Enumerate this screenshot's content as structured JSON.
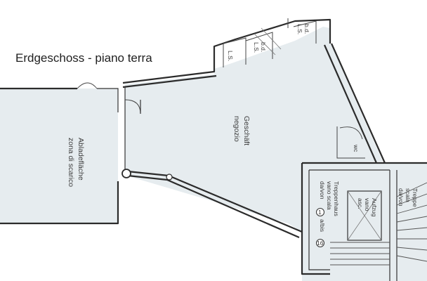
{
  "caption": "Erdgeschoss - piano terra",
  "rooms": {
    "shop": {
      "line1": "Geschäft",
      "line2": "negozio"
    },
    "loading": {
      "line1": "Abladefläche",
      "line2": "zona di scarico"
    },
    "stairwell": {
      "line1": "Treppenhaus",
      "line2": "vano scala",
      "line3": "da/von",
      "line4": "a/bis"
    },
    "lift": {
      "line1": "Aufzug",
      "line2": "vano",
      "line3": "asc."
    },
    "stairs_right": {
      "line1": "Treppe",
      "line2": "scala",
      "line3": "da/von"
    },
    "closets": [
      "L.S.",
      "L.S.",
      "L.S."
    ],
    "closet_sub": "b.d.",
    "wc": "wc"
  },
  "levels": {
    "from": "1",
    "to": "16"
  },
  "colors": {
    "room_fill": "#e6ecef",
    "wall": "#2b2b2b"
  }
}
